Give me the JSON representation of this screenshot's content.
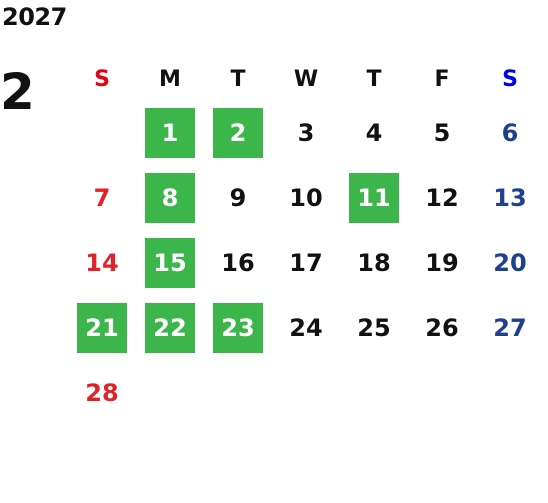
{
  "calendar": {
    "year": "2027",
    "month": "2",
    "weekdays": [
      "S",
      "M",
      "T",
      "W",
      "T",
      "F",
      "S"
    ],
    "first_weekday_index": 1,
    "days_in_month": 28,
    "highlighted_days": [
      1,
      2,
      8,
      11,
      15,
      21,
      22,
      23
    ],
    "colors": {
      "highlight_bg": "#3cb54a",
      "highlight_text": "#ffffff",
      "sunday": "#e0232b",
      "saturday": "#1f3f8f",
      "sunday_header": "#e60012",
      "saturday_header": "#0000e0",
      "default_text": "#111111"
    }
  }
}
